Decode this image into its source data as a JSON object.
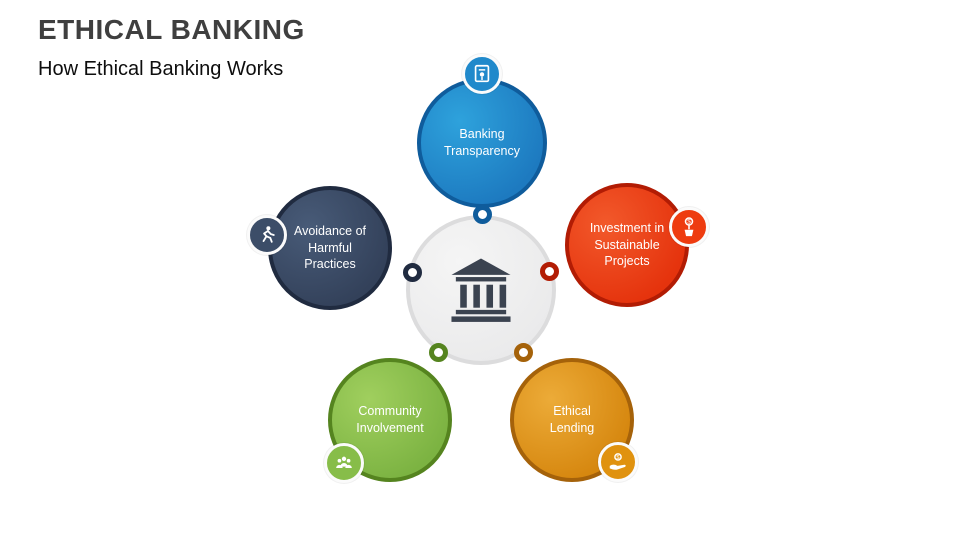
{
  "slide": {
    "title": "ETHICAL BANKING",
    "subtitle": "How Ethical Banking Works",
    "title_color": "#3f3f3f"
  },
  "center": {
    "icon": "bank-building-icon",
    "fill": "#ebebeb",
    "icon_color": "#3b4350"
  },
  "petals": [
    {
      "id": "banking-transparency",
      "label": "Banking Transparency",
      "icon": "certificate-icon",
      "fill": "#1d7ac0",
      "fill_light": "#2ea2dc",
      "border": "#0f5c9c",
      "badge_fill": "#2089cb"
    },
    {
      "id": "avoidance-of-harmful-practices",
      "label": "Avoidance of Harmful Practices",
      "icon": "running-person-icon",
      "fill": "#33415a",
      "fill_light": "#485b78",
      "border": "#202b40",
      "badge_fill": "#3c4d68"
    },
    {
      "id": "investment-in-sustainable-projects",
      "label": "Investment in Sustainable Projects",
      "icon": "money-plant-icon",
      "fill": "#e5330d",
      "fill_light": "#f2592b",
      "border": "#b21c04",
      "badge_fill": "#ee3c10"
    },
    {
      "id": "community-involvement",
      "label": "Community Involvement",
      "icon": "community-icon",
      "fill": "#7cb342",
      "fill_light": "#a0cf5e",
      "border": "#55841f",
      "badge_fill": "#87bd49"
    },
    {
      "id": "ethical-lending",
      "label": "Ethical Lending",
      "icon": "hand-money-icon",
      "fill": "#d6870f",
      "fill_light": "#ecab38",
      "border": "#a5620a",
      "badge_fill": "#e0920f"
    }
  ]
}
